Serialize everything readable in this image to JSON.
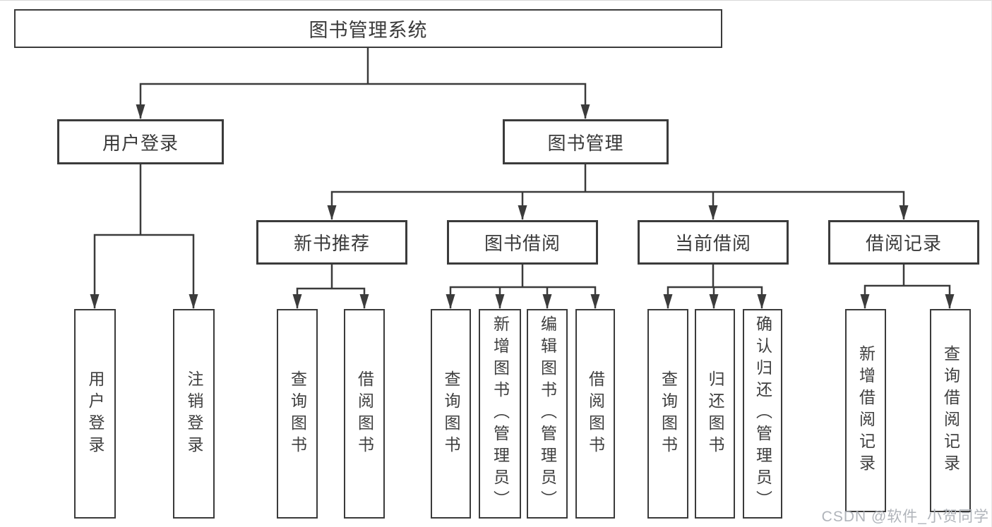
{
  "diagram": {
    "tree": {
      "label": "图书管理系统",
      "children": [
        {
          "label": "用户登录",
          "children": [
            {
              "label": "用户登录"
            },
            {
              "label": "注销登录"
            }
          ]
        },
        {
          "label": "图书管理",
          "children": [
            {
              "label": "新书推荐",
              "children": [
                {
                  "label": "查询图书"
                },
                {
                  "label": "借阅图书"
                }
              ]
            },
            {
              "label": "图书借阅",
              "children": [
                {
                  "label": "查询图书"
                },
                {
                  "label": "新增图书（管理员）"
                },
                {
                  "label": "编辑图书（管理员）"
                },
                {
                  "label": "借阅图书"
                }
              ]
            },
            {
              "label": "当前借阅",
              "children": [
                {
                  "label": "查询图书"
                },
                {
                  "label": "归还图书"
                },
                {
                  "label": "确认归还（管理员）"
                }
              ]
            },
            {
              "label": "借阅记录",
              "children": [
                {
                  "label": "新增借阅记录"
                },
                {
                  "label": "查询借阅记录"
                }
              ]
            }
          ]
        }
      ]
    },
    "colors": {
      "line": "#3b3b3b",
      "text": "#3a3a3a",
      "background": "#ffffff",
      "watermark": "#b0b4ba"
    }
  },
  "watermark": {
    "text": "CSDN @软件_小贺同学"
  }
}
